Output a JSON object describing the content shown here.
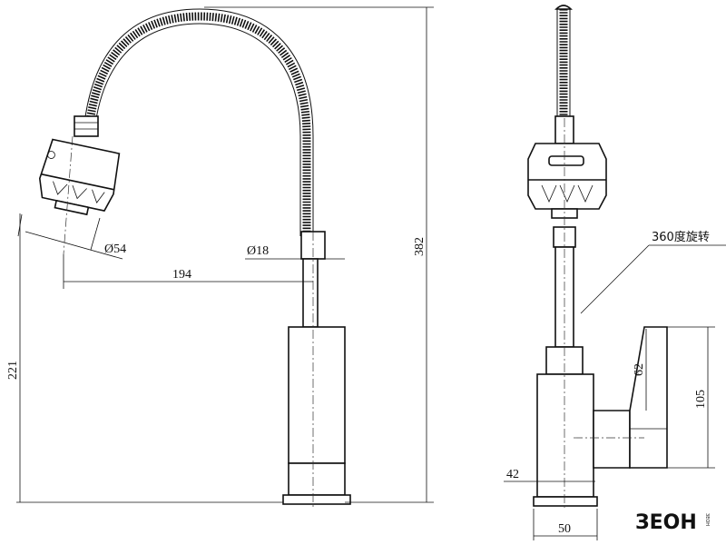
{
  "left_view": {
    "dim_spray_diameter": "Ø54",
    "dim_hose_diameter": "Ø18",
    "dim_reach": "194",
    "dim_total_height": "382",
    "dim_spout_height": "221"
  },
  "right_view": {
    "rotation_note": "360度旋转",
    "dim_handle_small": "62",
    "dim_handle_large": "105",
    "dim_body_width": "42",
    "dim_base_width": "50"
  },
  "logo": {
    "brand": "ЗЕОН",
    "sub": "ЗЕОН"
  }
}
